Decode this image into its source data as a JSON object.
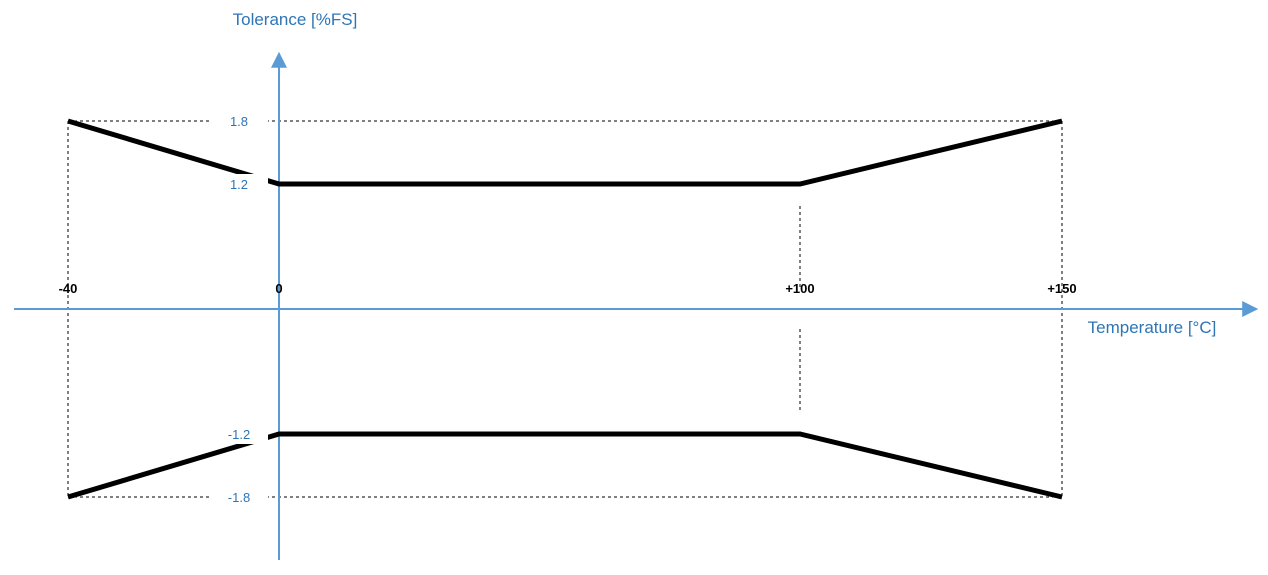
{
  "chart_data": {
    "type": "line",
    "xlabel": "Temperature [°C]",
    "ylabel": "Tolerance [%FS]",
    "x_ticks": [
      {
        "value": -40,
        "label": "-40"
      },
      {
        "value": 0,
        "label": "0"
      },
      {
        "value": 100,
        "label": "+100"
      },
      {
        "value": 150,
        "label": "+150"
      }
    ],
    "y_ticks": [
      {
        "value": 1.8,
        "label": "1.8"
      },
      {
        "value": 1.2,
        "label": "1.2"
      },
      {
        "value": -1.2,
        "label": "-1.2"
      },
      {
        "value": -1.8,
        "label": "-1.8"
      }
    ],
    "xlim": [
      -40,
      150
    ],
    "ylim": [
      -1.8,
      1.8
    ],
    "grid": false,
    "series": [
      {
        "x": [
          -40,
          0,
          100,
          150
        ],
        "y": [
          1.8,
          1.2,
          1.2,
          1.8
        ]
      },
      {
        "x": [
          -40,
          0,
          100,
          150
        ],
        "y": [
          -1.8,
          -1.2,
          -1.2,
          -1.8
        ]
      }
    ],
    "colors": {
      "axis": "#5B9BD5",
      "axis_text": "#2E75B6",
      "line": "#000000",
      "guide": "#000000"
    }
  }
}
